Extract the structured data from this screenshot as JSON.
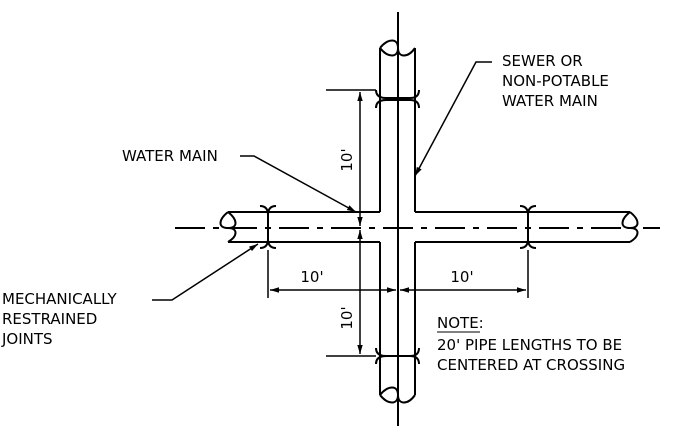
{
  "labels": {
    "sewer_line1": "SEWER OR",
    "sewer_line2": "NON-POTABLE",
    "sewer_line3": "WATER MAIN",
    "water_main": "WATER MAIN",
    "mech_line1": "MECHANICALLY",
    "mech_line2": "RESTRAINED",
    "mech_line3": "JOINTS"
  },
  "dimensions": {
    "vertical_upper": "10'",
    "vertical_lower": "10'",
    "horizontal_left": "10'",
    "horizontal_right": "10'"
  },
  "note": {
    "heading": "NOTE:",
    "line1": "20' PIPE LENGTHS TO BE",
    "line2": "CENTERED AT CROSSING"
  }
}
